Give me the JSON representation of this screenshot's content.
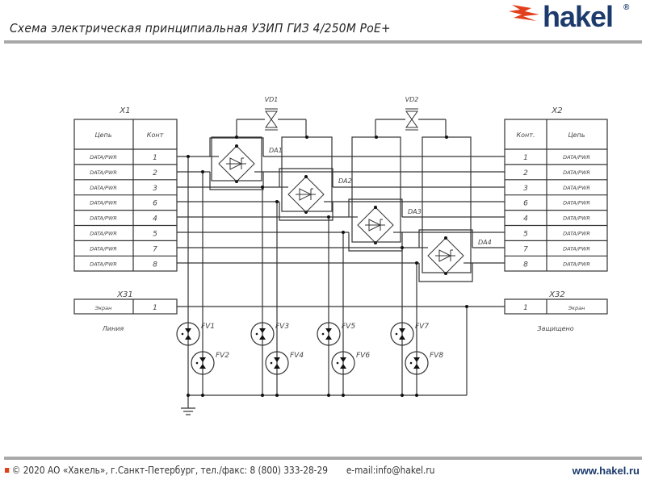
{
  "header": {
    "title": "Схема электрическая принципиальная УЗИП ГИЗ 4/250М PoE+",
    "logo_text": "hakel",
    "logo_reg": "®"
  },
  "connector_x1": {
    "label": "X1",
    "col_circuit": "Цепь",
    "col_contact": "Конт",
    "rows": [
      {
        "circuit": "DATA/PWR",
        "contact": "1"
      },
      {
        "circuit": "DATA/PWR",
        "contact": "2"
      },
      {
        "circuit": "DATA/PWR",
        "contact": "3"
      },
      {
        "circuit": "DATA/PWR",
        "contact": "6"
      },
      {
        "circuit": "DATA/PWR",
        "contact": "4"
      },
      {
        "circuit": "DATA/PWR",
        "contact": "5"
      },
      {
        "circuit": "DATA/PWR",
        "contact": "7"
      },
      {
        "circuit": "DATA/PWR",
        "contact": "8"
      }
    ]
  },
  "connector_x2": {
    "label": "X2",
    "col_contact": "Конт.",
    "col_circuit": "Цепь",
    "rows": [
      {
        "contact": "1",
        "circuit": "DATA/PWR"
      },
      {
        "contact": "2",
        "circuit": "DATA/PWR"
      },
      {
        "contact": "3",
        "circuit": "DATA/PWR"
      },
      {
        "contact": "6",
        "circuit": "DATA/PWR"
      },
      {
        "contact": "4",
        "circuit": "DATA/PWR"
      },
      {
        "contact": "5",
        "circuit": "DATA/PWR"
      },
      {
        "contact": "7",
        "circuit": "DATA/PWR"
      },
      {
        "contact": "8",
        "circuit": "DATA/PWR"
      }
    ]
  },
  "connector_x31": {
    "label": "X31",
    "circuit": "Экран",
    "contact": "1",
    "caption": "Линия"
  },
  "connector_x32": {
    "label": "X32",
    "circuit": "Экран",
    "contact": "1",
    "caption": "Защищено"
  },
  "components": {
    "tvs": [
      "VD1",
      "VD2"
    ],
    "bridges": [
      "DA1",
      "DA2",
      "DA3",
      "DA4"
    ],
    "arresters": [
      "FV1",
      "FV2",
      "FV3",
      "FV4",
      "FV5",
      "FV6",
      "FV7",
      "FV8"
    ]
  },
  "footer": {
    "copyright": "© 2020 АО «Хакель», г.Санкт-Петербург, тел./факс: 8 (800) 333-28-29",
    "email": "e-mail:info@hakel.ru",
    "website": "www.hakel.ru"
  },
  "colors": {
    "brand_blue": "#1c3a6b",
    "brand_red": "#e2401c",
    "wire": "#222222"
  }
}
